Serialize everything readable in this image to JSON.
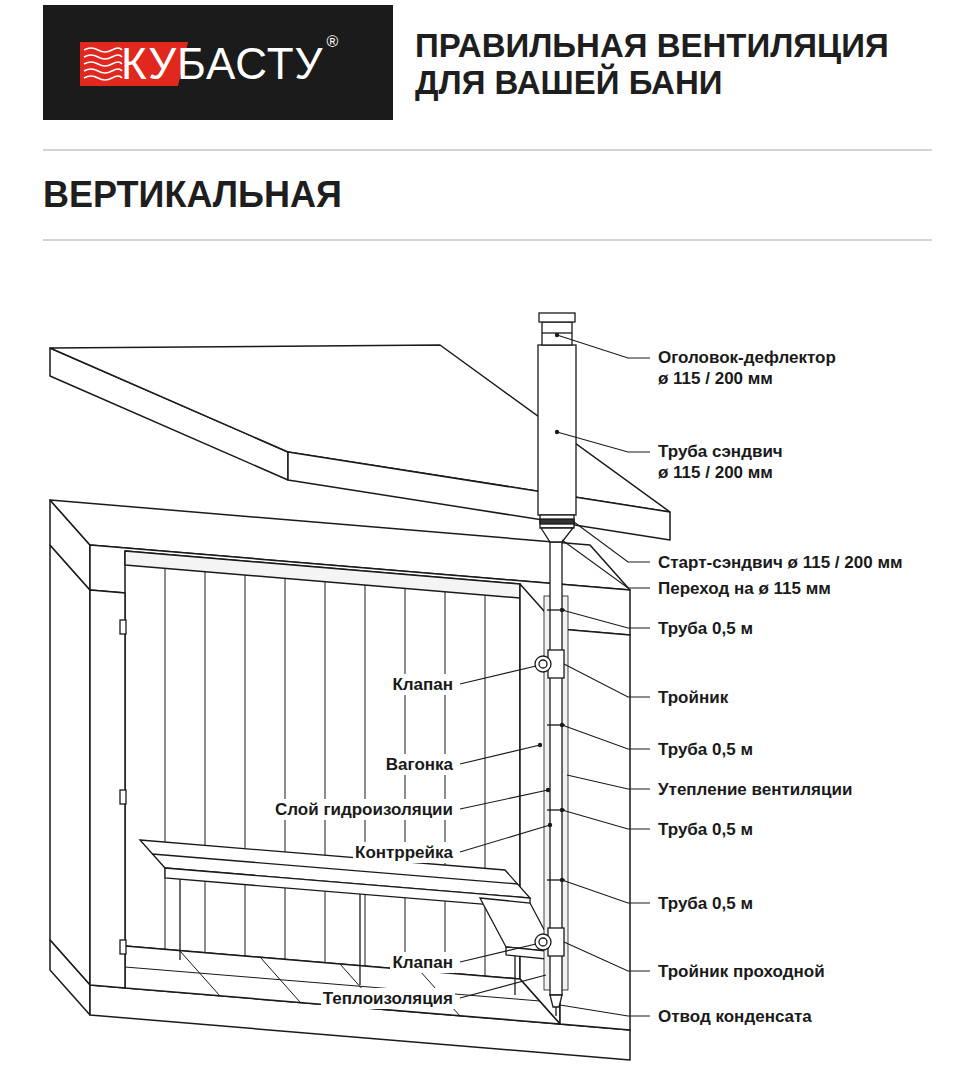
{
  "diagram": {
    "title": "ПРАВИЛЬНАЯ ВЕНТИЛЯЦИЯ ДЛЯ ВАШЕЙ БАНИ",
    "nodes": [
      {
        "text": [
          "КУБАСТУ",
          "®"
        ]
      }
    ],
    "labels": [
      "ВЕРТИКАЛЬНАЯ",
      "Оголовок-дефлектор ø 115 / 200 мм",
      "Труба сэндвич ø 115 / 200 мм",
      "Старт-сэндвич ø 115 / 200 мм",
      "Переход на ø 115 мм",
      "Труба 0,5 м",
      "Тройник",
      "Труба 0,5 м",
      "Утепление вентиляции",
      "Труба 0,5 м",
      "Труба 0,5 м",
      "Тройник проходной",
      "Отвод конденсата",
      "Клапан",
      "Вагонка",
      "Слой гидроизоляции",
      "Контррейка",
      "Клапан",
      "Теплоизоляция"
    ]
  }
}
